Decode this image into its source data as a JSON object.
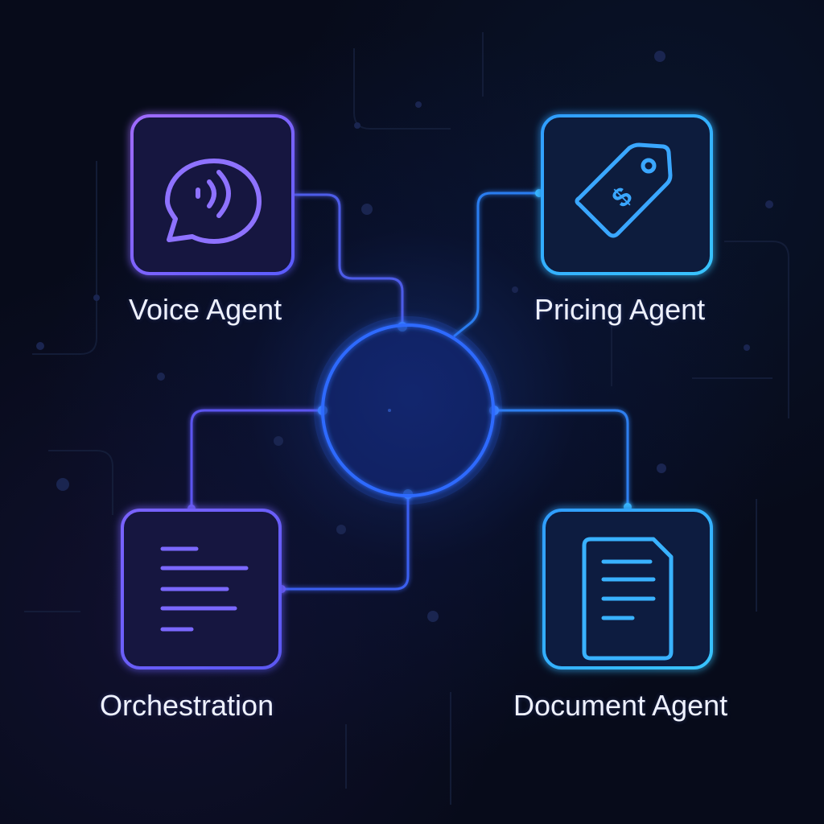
{
  "colors": {
    "background": "#070b1a",
    "purple": "#8a6cff",
    "violet": "#6d5cf5",
    "blue": "#2f6bff",
    "cyan": "#37b7ff",
    "label": "#eef1ff"
  },
  "nodes": {
    "voice": {
      "label": "Voice Agent",
      "icon": "speech-bubble-sound-icon"
    },
    "pricing": {
      "label": "Pricing Agent",
      "icon": "price-tag-dollar-icon"
    },
    "orchestration": {
      "label": "Orchestration",
      "icon": "text-lines-icon"
    },
    "document": {
      "label": "Document Agent",
      "icon": "document-icon"
    }
  },
  "hub": {
    "icon": "hub-circle"
  }
}
